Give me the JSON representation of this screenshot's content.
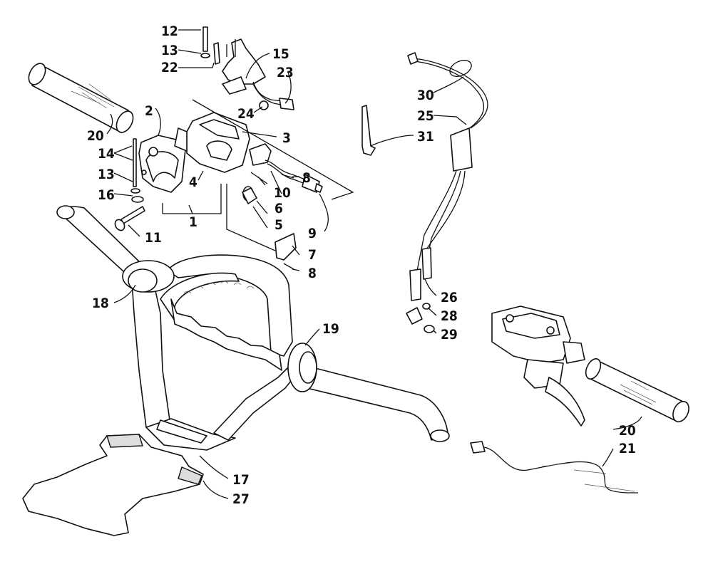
{
  "callouts": [
    {
      "id": "c1",
      "label": "1"
    },
    {
      "id": "c2",
      "label": "2"
    },
    {
      "id": "c3",
      "label": "3"
    },
    {
      "id": "c4",
      "label": "4"
    },
    {
      "id": "c5",
      "label": "5"
    },
    {
      "id": "c6",
      "label": "6"
    },
    {
      "id": "c7",
      "label": "7"
    },
    {
      "id": "c8a",
      "label": "8"
    },
    {
      "id": "c8b",
      "label": "8"
    },
    {
      "id": "c9",
      "label": "9"
    },
    {
      "id": "c10",
      "label": "10"
    },
    {
      "id": "c11",
      "label": "11"
    },
    {
      "id": "c12",
      "label": "12"
    },
    {
      "id": "c13a",
      "label": "13"
    },
    {
      "id": "c13b",
      "label": "13"
    },
    {
      "id": "c14",
      "label": "14"
    },
    {
      "id": "c15",
      "label": "15"
    },
    {
      "id": "c16",
      "label": "16"
    },
    {
      "id": "c17",
      "label": "17"
    },
    {
      "id": "c18",
      "label": "18"
    },
    {
      "id": "c19",
      "label": "19"
    },
    {
      "id": "c20a",
      "label": "20"
    },
    {
      "id": "c20b",
      "label": "20"
    },
    {
      "id": "c21",
      "label": "21"
    },
    {
      "id": "c22",
      "label": "22"
    },
    {
      "id": "c23",
      "label": "23"
    },
    {
      "id": "c24",
      "label": "24"
    },
    {
      "id": "c25",
      "label": "25"
    },
    {
      "id": "c26",
      "label": "26"
    },
    {
      "id": "c27",
      "label": "27"
    },
    {
      "id": "c28",
      "label": "28"
    },
    {
      "id": "c29",
      "label": "29"
    },
    {
      "id": "c30",
      "label": "30"
    },
    {
      "id": "c31",
      "label": "31"
    }
  ],
  "colors": {
    "line": "#111111",
    "background": "#ffffff"
  }
}
